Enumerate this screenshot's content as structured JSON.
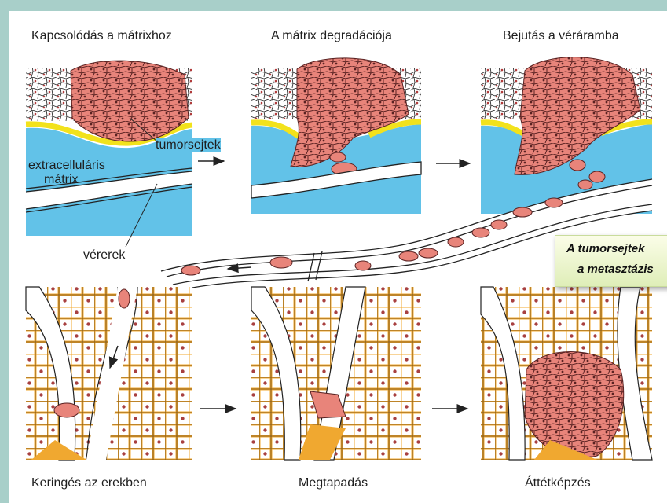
{
  "panels": {
    "p1_title": "Kapcsolódás a mátrixhoz",
    "p2_title": "A mátrix degradációja",
    "p3_title": "Bejutás a véráramba",
    "p4_title": "Keringés az erekben",
    "p5_title": "Megtapadás",
    "p6_title": "Áttétképzés"
  },
  "labels": {
    "tumor_cells": "tumorsejtek",
    "ecm_line1": "extracelluláris",
    "ecm_line2": "mátrix",
    "vessels": "vérerek"
  },
  "callout": {
    "line1": "A tumorsejtek",
    "line2": "a metasztázis"
  },
  "colors": {
    "tumor": "#e8847a",
    "ecm": "#62c2e8",
    "basement_membrane": "#f2e21c",
    "tissue_frame": "#f0a830",
    "background": "#a8cfc9"
  }
}
